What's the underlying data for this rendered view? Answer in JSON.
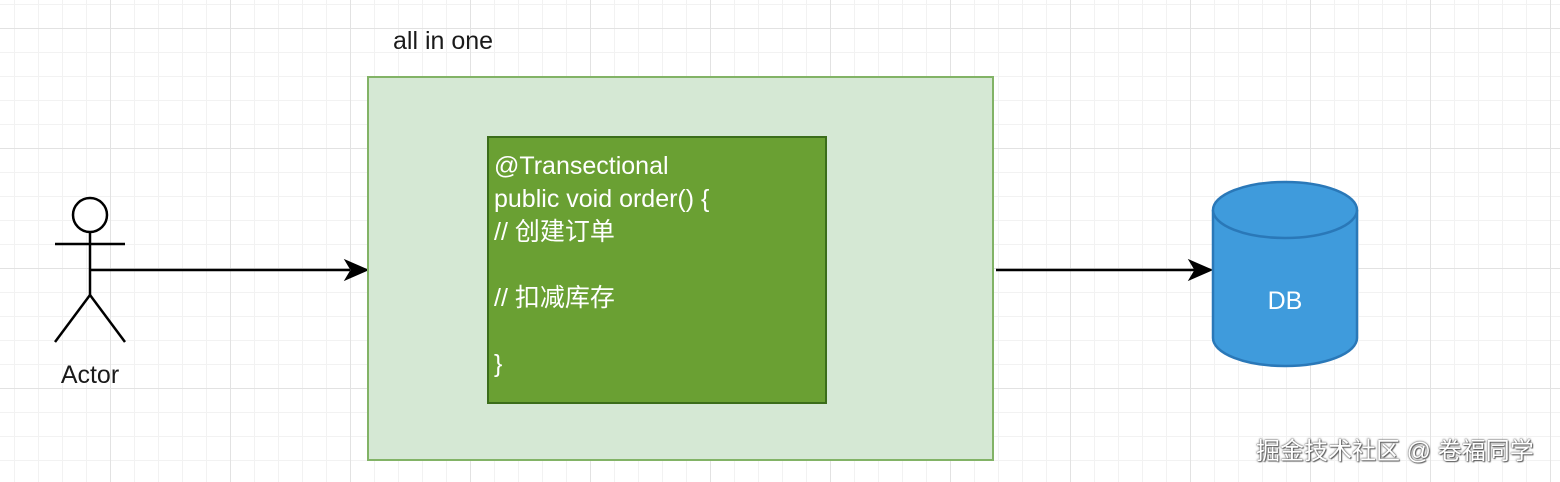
{
  "diagram": {
    "container": {
      "label": "all in one"
    },
    "code_block": {
      "lines": [
        "@Transectional",
        "public void order() {",
        "// 创建订单",
        "",
        "// 扣减库存",
        "",
        "}"
      ]
    },
    "actor": {
      "label": "Actor"
    },
    "database": {
      "label": "DB"
    },
    "colors": {
      "container_fill": "#d5e8d4",
      "container_stroke": "#82b366",
      "code_fill": "#6aa033",
      "code_stroke": "#3b6d1a",
      "db_fill": "#3f9bdc",
      "db_stroke": "#2a78b8",
      "arrow": "#000000"
    }
  },
  "watermark": {
    "text": "掘金技术社区 @ 卷福同学"
  }
}
